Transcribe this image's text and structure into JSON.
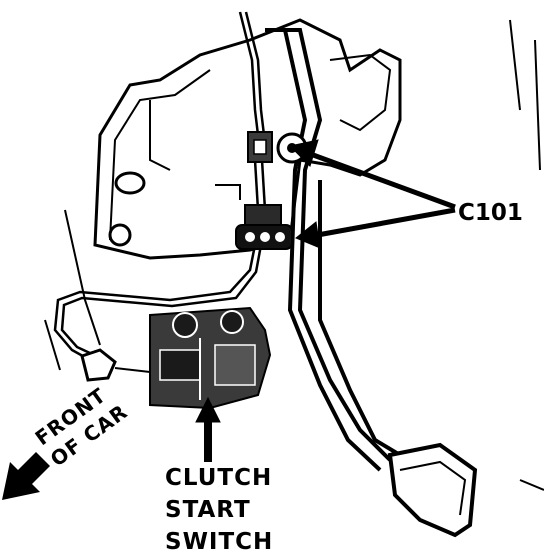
{
  "labels": {
    "connector": "C101",
    "switch_line1": "CLUTCH",
    "switch_line2": "START",
    "switch_line3": "SWITCH",
    "front_line1": "FRONT",
    "front_line2": "OF CAR"
  },
  "colors": {
    "ink": "#000000",
    "paper": "#ffffff",
    "shade": "#3a3a3a"
  }
}
